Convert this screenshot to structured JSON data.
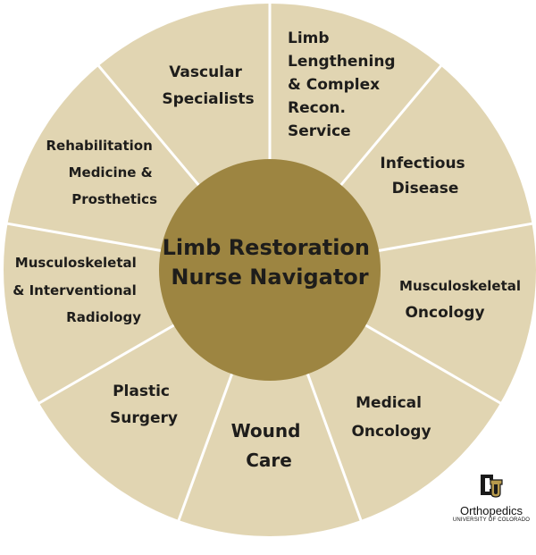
{
  "center": {
    "lines": [
      "Limb Restoration",
      "Nurse Navigator"
    ]
  },
  "segments": [
    {
      "id": "limb-lengthening",
      "lines": [
        "Limb",
        "Lengthening",
        "& Complex",
        "Recon.",
        "Service"
      ]
    },
    {
      "id": "infectious-disease",
      "lines": [
        "Infectious",
        "Disease"
      ]
    },
    {
      "id": "musculoskeletal-oncology",
      "lines": [
        "Musculoskeletal",
        "Oncology"
      ]
    },
    {
      "id": "medical-oncology",
      "lines": [
        "Medical",
        "Oncology"
      ]
    },
    {
      "id": "wound-care",
      "lines": [
        "Wound",
        "Care"
      ]
    },
    {
      "id": "plastic-surgery",
      "lines": [
        "Plastic",
        "Surgery"
      ]
    },
    {
      "id": "msk-interventional-radiology",
      "lines": [
        "Musculoskeletal",
        "& Interventional",
        "Radiology"
      ]
    },
    {
      "id": "rehabilitation-medicine",
      "lines": [
        "Rehabilitation",
        "Medicine &",
        "Prosthetics"
      ]
    },
    {
      "id": "vascular-specialists",
      "lines": [
        "Vascular",
        "Specialists"
      ]
    }
  ],
  "brand": {
    "logo_icon": "cu-logo-icon",
    "name": "Orthopedics",
    "subtitle": "UNIVERSITY OF COLORADO"
  },
  "colors": {
    "outer_fill": "#e1d5b2",
    "center_fill": "#9d8541",
    "divider": "#ffffff",
    "text": "#1e1d1b"
  }
}
